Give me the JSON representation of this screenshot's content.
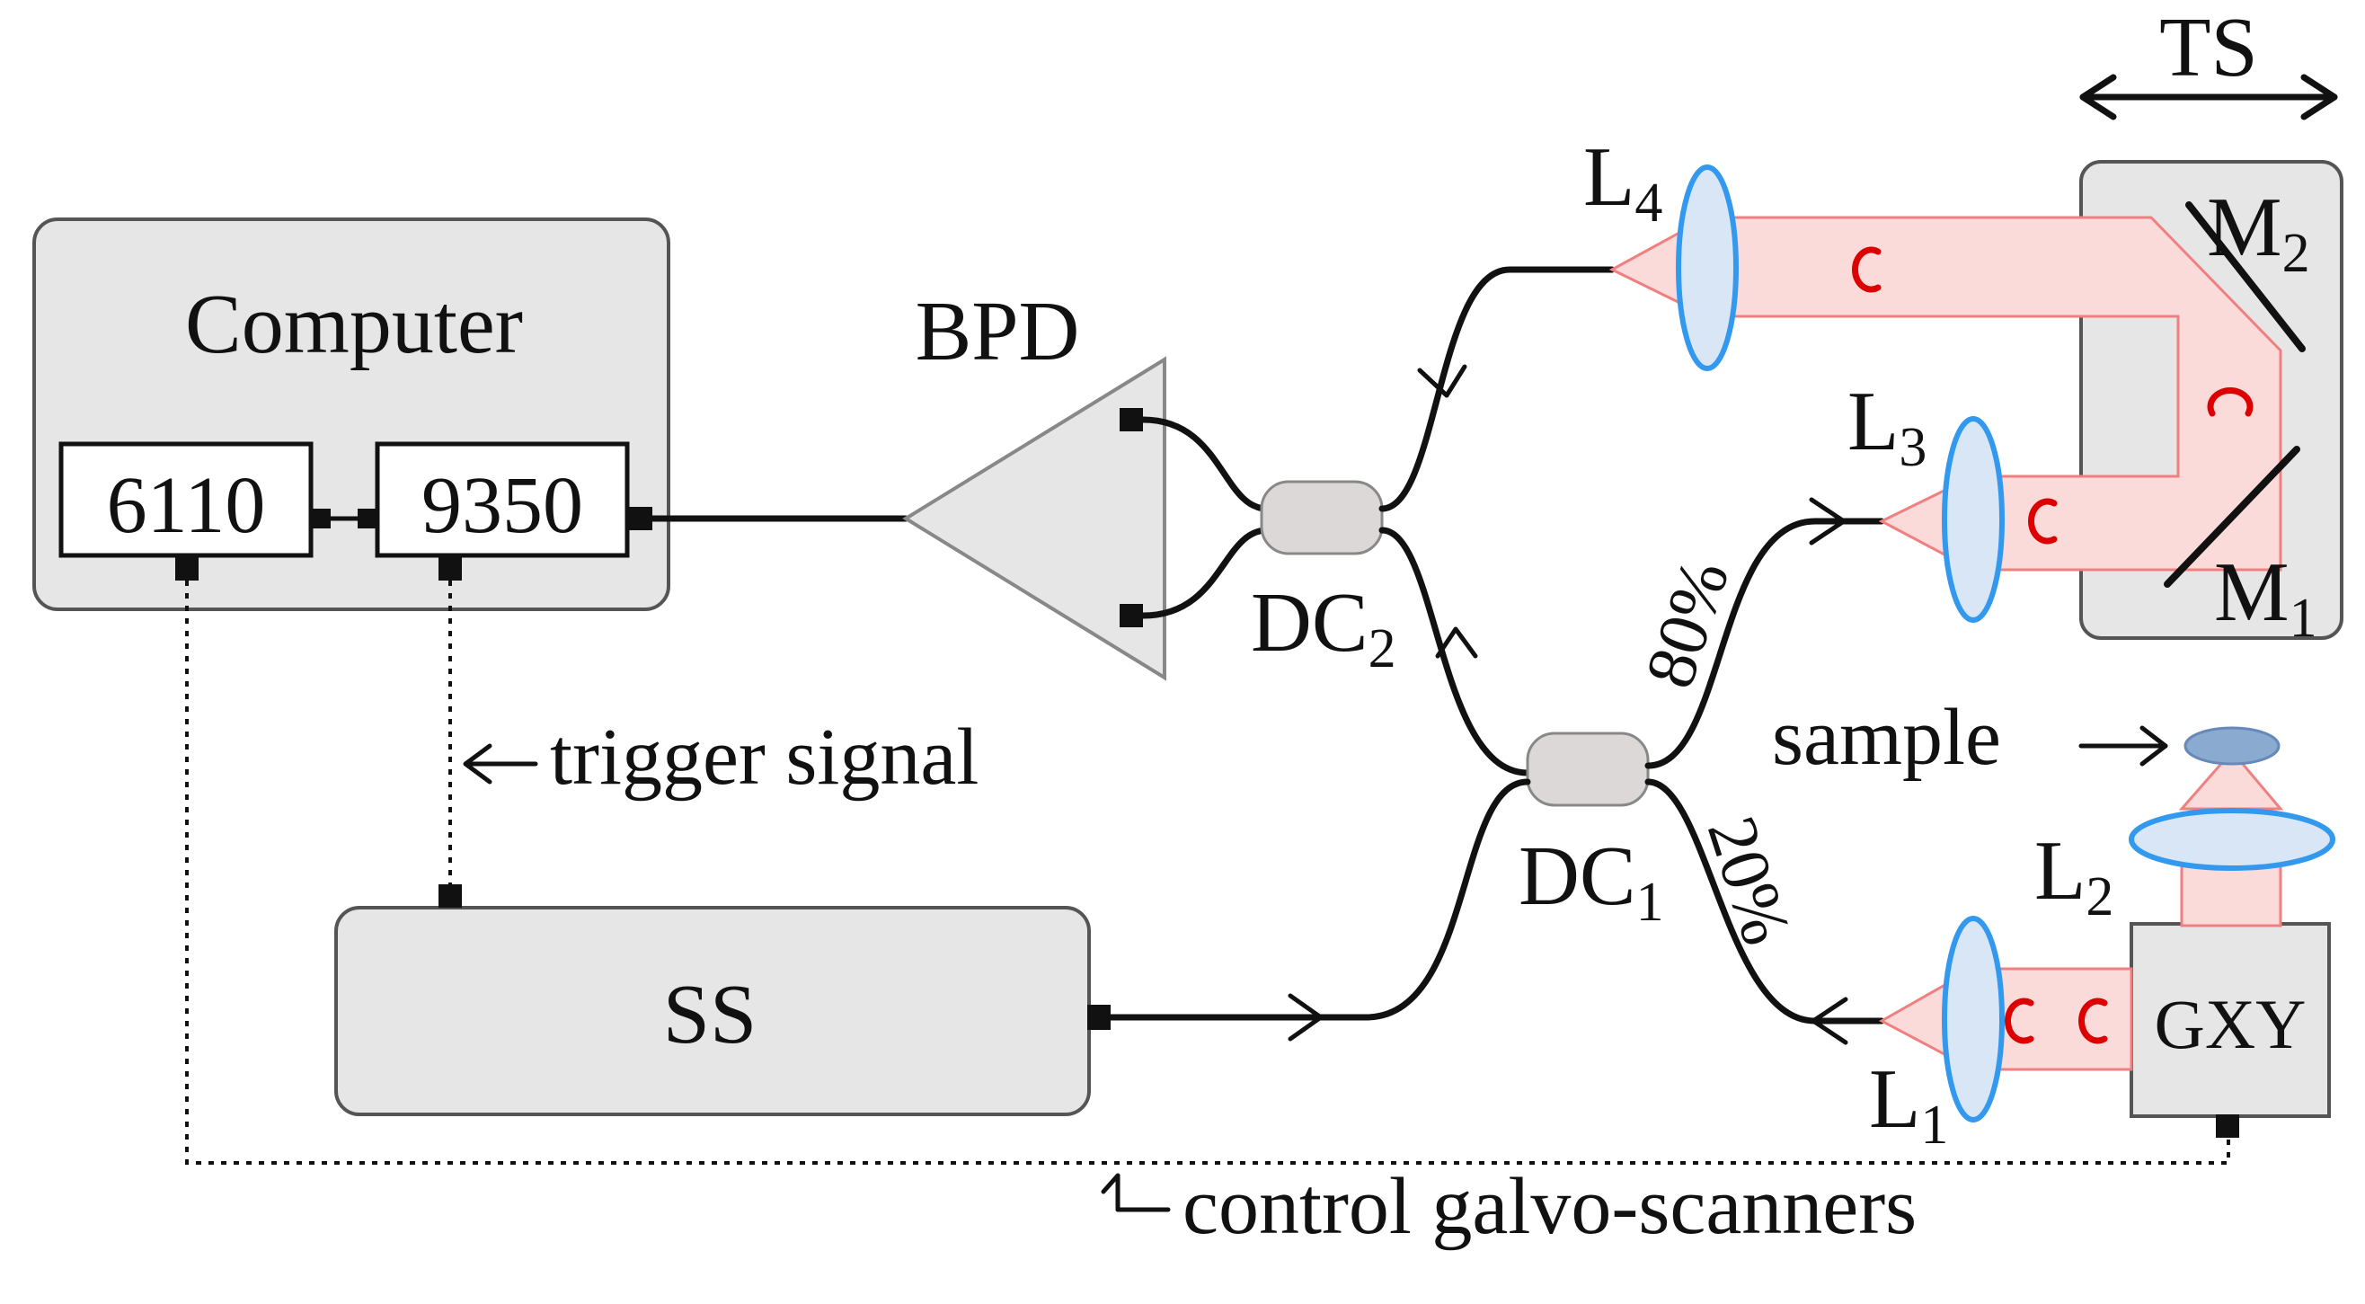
{
  "labels": {
    "computer": "Computer",
    "card_6110": "6110",
    "card_9350": "9350",
    "bpd": "BPD",
    "dc2": "DC",
    "dc2_sub": "2",
    "dc1": "DC",
    "dc1_sub": "1",
    "ss": "SS",
    "l1": "L",
    "l1_sub": "1",
    "l2": "L",
    "l2_sub": "2",
    "l3": "L",
    "l3_sub": "3",
    "l4": "L",
    "l4_sub": "4",
    "m1": "M",
    "m1_sub": "1",
    "m2": "M",
    "m2_sub": "2",
    "ts": "TS",
    "gxy": "GXY",
    "pct80": "80%",
    "pct20": "20%",
    "trigger": "trigger signal",
    "sample": "sample",
    "control": "control galvo-scanners"
  },
  "colors": {
    "beam": "#fbdada",
    "lens": "#3399ee",
    "pulse": "#dd0000",
    "box": "#e6e6e6"
  }
}
